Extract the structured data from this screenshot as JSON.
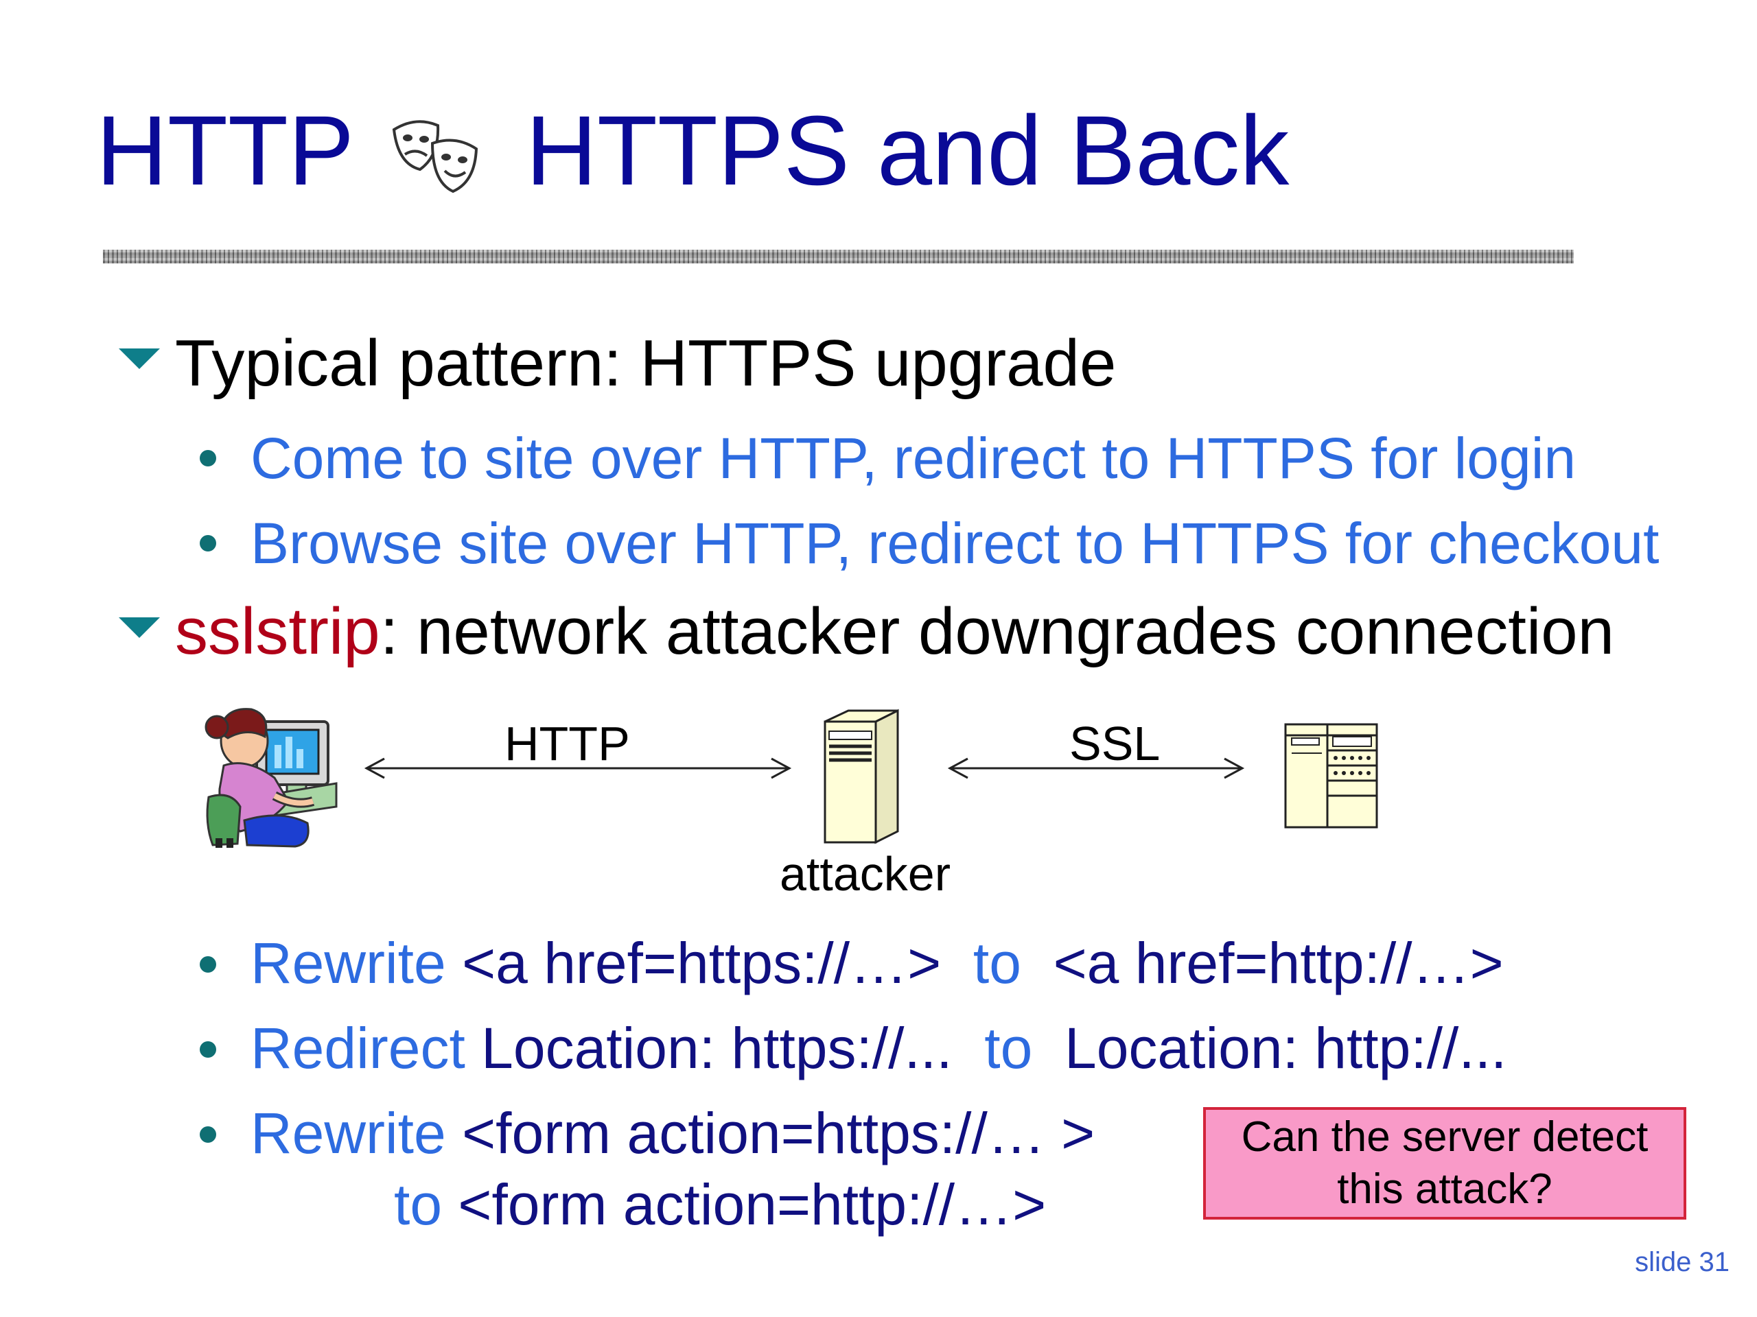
{
  "title": {
    "left": "HTTP",
    "right": "HTTPS and Back",
    "separator_icon": "theater-masks-icon"
  },
  "bullets": [
    {
      "text": "Typical pattern: HTTPS upgrade"
    },
    {
      "text": "Come to site over HTTP, redirect to HTTPS for login"
    },
    {
      "text": "Browse site over HTTP, redirect to HTTPS for checkout"
    },
    {
      "highlight": "sslstrip",
      "rest": ": network attacker downgrades connection"
    }
  ],
  "diagram": {
    "link1_label": "HTTP",
    "link2_label": "SSL",
    "attacker_label": "attacker",
    "icons": [
      "user-at-computer-icon",
      "attacker-server-icon",
      "web-server-icon"
    ]
  },
  "rewrites": [
    {
      "verb": "Rewrite",
      "from": "<a href=https://…>",
      "to_word": "to",
      "to": "<a href=http://…>"
    },
    {
      "verb": "Redirect",
      "from": "Location: https://...",
      "to_word": "to",
      "to": "Location: http://..."
    },
    {
      "verb": "Rewrite",
      "from": "<form action=https://… >",
      "to_word": "to",
      "to": "<form action=http://…>"
    }
  ],
  "callout": {
    "line1": "Can the server detect",
    "line2": "this attack?"
  },
  "footer": {
    "slide_number": "slide 31"
  },
  "colors": {
    "title": "#0a0a96",
    "level2_text": "#2d6be0",
    "code_text": "#101080",
    "highlight": "#b00018",
    "bullet_marker": "#0e7e8a",
    "callout_fill": "#f99ac8",
    "callout_border": "#d3243b"
  }
}
